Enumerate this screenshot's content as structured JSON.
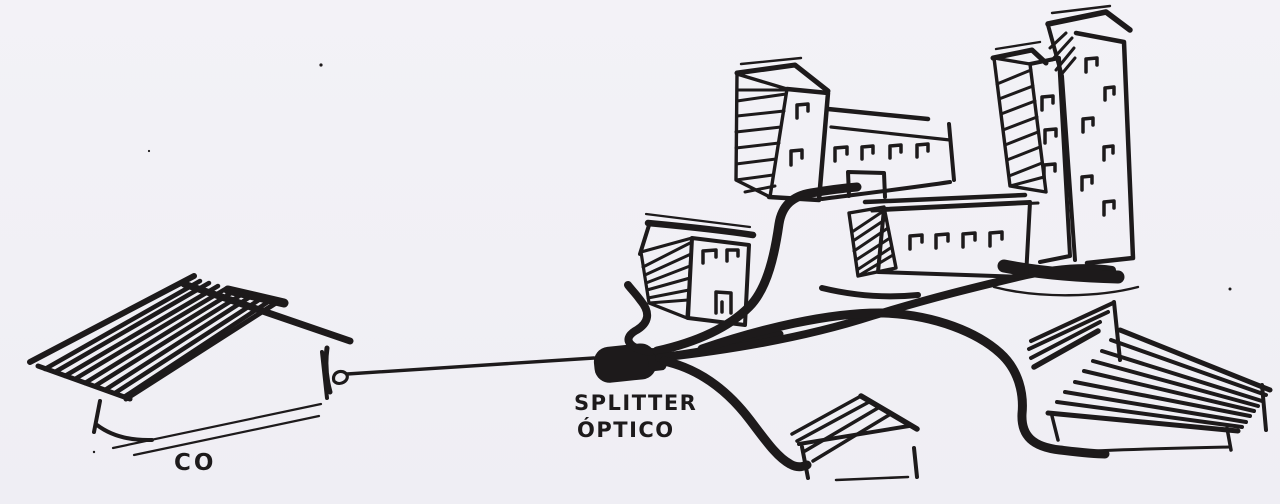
{
  "labels": {
    "co": "CO",
    "splitter_line1": "SPLITTER",
    "splitter_line2": "ÓPTICO"
  },
  "colors": {
    "ink": "#1d1a1b",
    "paper": "#f2f1f6"
  },
  "diagram": {
    "type": "hand-drawn-network-topology",
    "style": "black marker sketch on paper",
    "nodes": [
      {
        "id": "central-office",
        "label": "CO",
        "kind": "long-gable-building-with-hatched-roof",
        "position": "left"
      },
      {
        "id": "optical-splitter",
        "label": "SPLITTER ÓPTICO",
        "kind": "splitter-capsule",
        "position": "center"
      },
      {
        "id": "small-house",
        "label": "",
        "kind": "two-story-house-two-windows-door",
        "position": "center-upper"
      },
      {
        "id": "office-building",
        "label": "",
        "kind": "building-with-tower-and-wing-four-windows-door",
        "position": "top-center"
      },
      {
        "id": "low-building",
        "label": "",
        "kind": "long-low-building-four-windows",
        "position": "center-right"
      },
      {
        "id": "tower-block-back",
        "label": "",
        "kind": "high-rise-tower-hatched-side",
        "position": "top-right"
      },
      {
        "id": "tower-block-front",
        "label": "",
        "kind": "high-rise-tower-many-windows",
        "position": "top-right"
      },
      {
        "id": "large-house",
        "label": "",
        "kind": "house-with-long-plank-roof-two-gables",
        "position": "bottom-right"
      },
      {
        "id": "small-cottage",
        "label": "",
        "kind": "small-gable-roof-cottage",
        "position": "bottom-center"
      }
    ],
    "edges": [
      {
        "from": "central-office",
        "to": "optical-splitter",
        "style": "thin-feeder-fiber"
      },
      {
        "from": "optical-splitter",
        "to": "small-house",
        "style": "thick-drop-cable"
      },
      {
        "from": "optical-splitter",
        "to": "office-building",
        "style": "thick-drop-cable"
      },
      {
        "from": "optical-splitter",
        "to": "tower-block-front",
        "style": "thick-drop-cable-passing-under-low-building"
      },
      {
        "from": "optical-splitter",
        "to": "large-house",
        "style": "thick-drop-cable-curving-down"
      },
      {
        "from": "optical-splitter",
        "to": "small-cottage",
        "style": "thick-drop-cable-curving-down"
      }
    ]
  }
}
